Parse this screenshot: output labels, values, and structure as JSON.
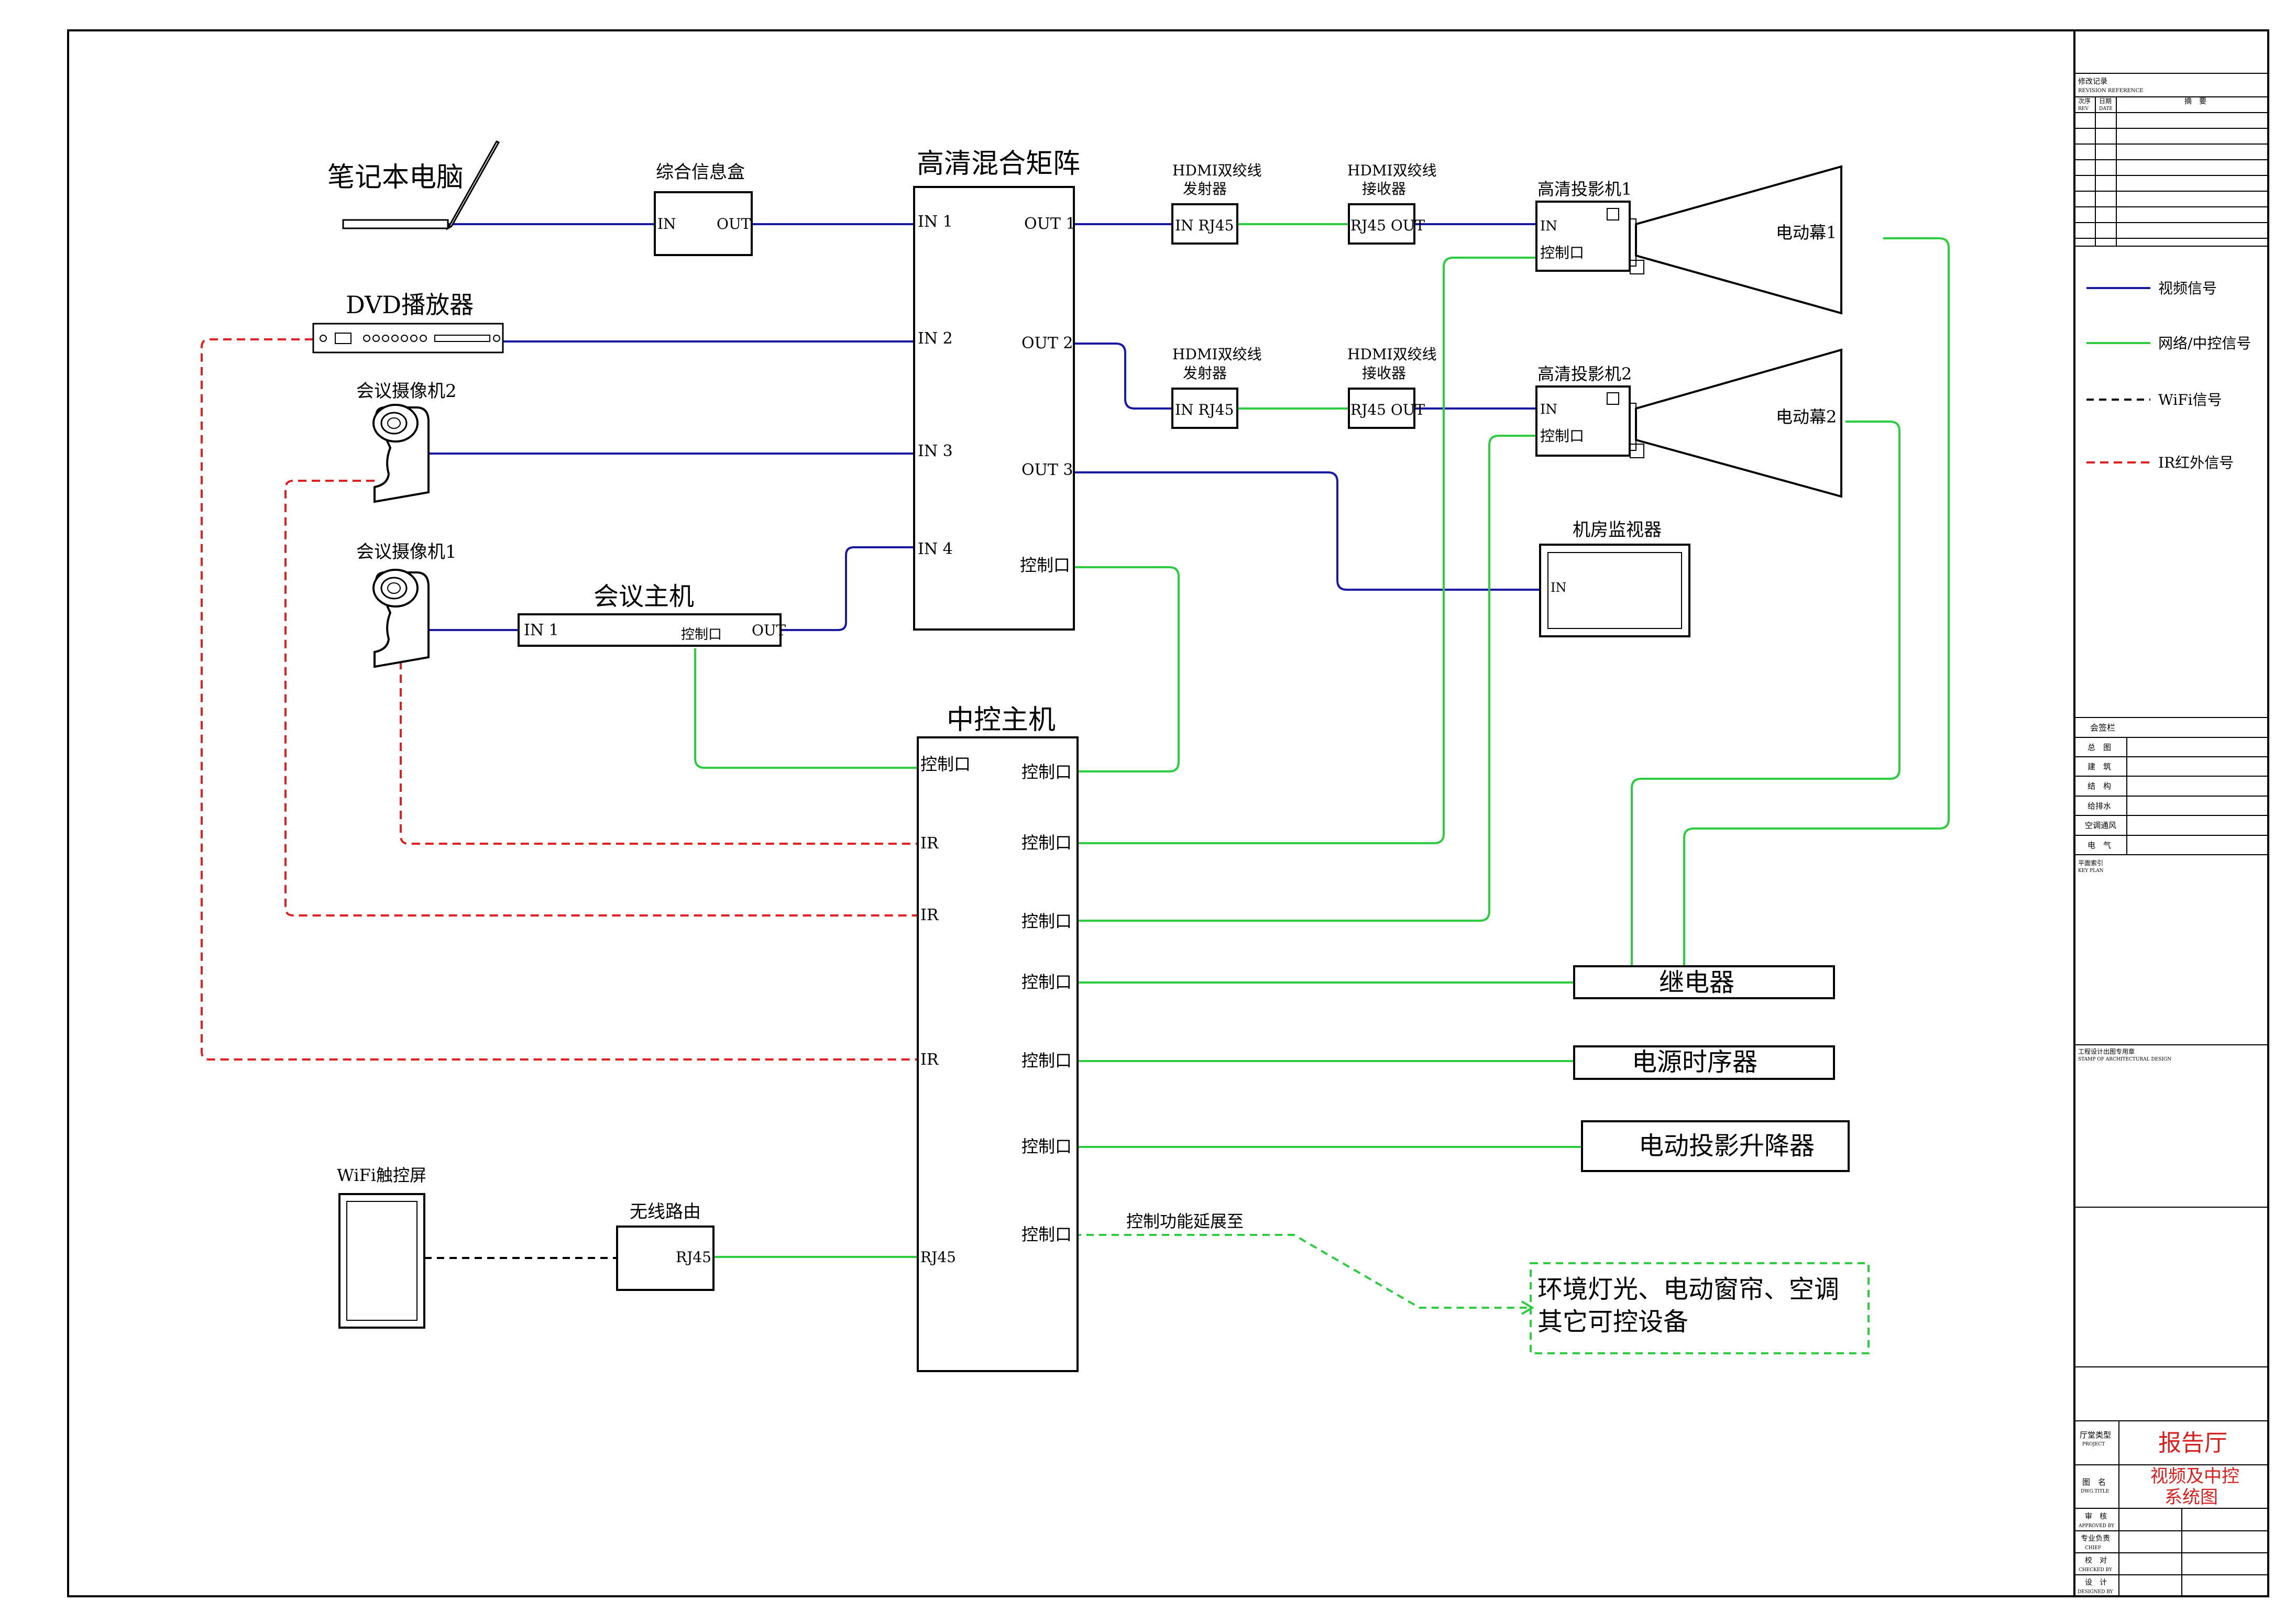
{
  "devices": {
    "laptop": "笔记本电脑",
    "info_box": "综合信息盒",
    "matrix": "高清混合矩阵",
    "dvd": "DVD播放器",
    "camera2": "会议摄像机2",
    "camera1": "会议摄像机1",
    "conf_host": "会议主机",
    "control_host": "中控主机",
    "tx1_line1": "HDMI双绞线",
    "tx1_line2": "发射器",
    "rx1_line1": "HDMI双绞线",
    "rx1_line2": "接收器",
    "tx2_line1": "HDMI双绞线",
    "tx2_line2": "发射器",
    "rx2_line1": "HDMI双绞线",
    "rx2_line2": "接收器",
    "projector1": "高清投影机1",
    "projector2": "高清投影机2",
    "screen1": "电动幕1",
    "screen2": "电动幕2",
    "monitor": "机房监视器",
    "relay": "继电器",
    "sequencer": "电源时序器",
    "lift": "电动投影升降器",
    "wifi_panel": "WiFi触控屏",
    "router": "无线路由",
    "extend_note": "控制功能延展至",
    "extend_line1": "环境灯光、电动窗帘、空调",
    "extend_line2": "其它可控设备"
  },
  "ports": {
    "in": "IN",
    "out": "OUT",
    "in1": "IN 1",
    "in2": "IN 2",
    "in3": "IN 3",
    "in4": "IN 4",
    "out1": "OUT 1",
    "out2": "OUT 2",
    "out3": "OUT 3",
    "ctrl": "控制口",
    "ir": "IR",
    "rj45": "RJ45",
    "tx_port": "IN  RJ45",
    "rx_port": "RJ45 OUT"
  },
  "legend": {
    "video": "视频信号",
    "network": "网络/中控信号",
    "wifi": "WiFi信号",
    "ir": "IR红外信号"
  },
  "colors": {
    "video": "#1a1aa0",
    "network": "#2ecc40",
    "wifi": "#000000",
    "ir": "#e02020"
  },
  "title_block": {
    "revision_title": "修改记录",
    "revision_sub": "REVISION REFERENCE",
    "rev_col1": "次序",
    "rev_col1_en": "REV",
    "rev_col2": "日期",
    "rev_col2_en": "DATE",
    "rev_col3": "摘　要",
    "sign_title": "会签栏",
    "sign_rows": [
      "总　图",
      "建　筑",
      "结　构",
      "给排水",
      "空调通风",
      "电　气"
    ],
    "key_plan": "平面索引",
    "key_plan_en": "KEY PLAN",
    "stamp": "工程设计出图专用章",
    "stamp_en": "STAMP OF ARCHITECTURAL DESIGN",
    "project_label": "厅堂类型",
    "project_label_en": "PROJECT",
    "project_value": "报告厅",
    "drawing_label": "图　名",
    "drawing_label_en": "DWG.TITLE",
    "drawing_value_1": "视频及中控",
    "drawing_value_2": "系统图",
    "approved": "审　核",
    "approved_en": "APPROVED BY",
    "chief": "专业负责",
    "chief_en": "CHIEF",
    "checked": "校　对",
    "checked_en": "CHECKED BY",
    "designed": "设　计",
    "designed_en": "DESIGNED BY"
  }
}
